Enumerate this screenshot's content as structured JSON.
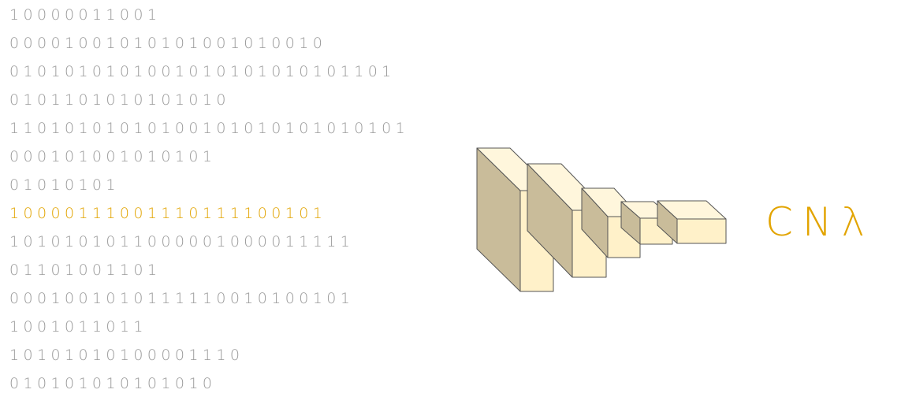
{
  "binary_lines": [
    {
      "text": "10000011001"
    },
    {
      "text": "0000100101010100101001 0",
      "fix": "00001001010101001010010"
    },
    {
      "text": "0101010101001010101010101101"
    },
    {
      "text": "0101101010101010"
    },
    {
      "text": "11010101010100101010101010101"
    },
    {
      "text": "000101001010101"
    },
    {
      "text": "01010101"
    },
    {
      "text": "10000111001110111100101",
      "highlight": true
    },
    {
      "text": "1010101011000001000011111"
    },
    {
      "text": "01101001101"
    },
    {
      "text": "0001001010111110010100101"
    },
    {
      "text": "1001011011"
    },
    {
      "text": "10101010100001110"
    },
    {
      "text": "010101010101010"
    }
  ],
  "brand": {
    "text": "CNλ"
  },
  "colors": {
    "bits": "#9a9a9a",
    "highlight": "#e2a400",
    "brand": "#e2a400",
    "block_front": "#fff1c9",
    "block_side": "#c9bc9a",
    "block_top": "#fff6dc",
    "block_stroke": "#555555"
  }
}
